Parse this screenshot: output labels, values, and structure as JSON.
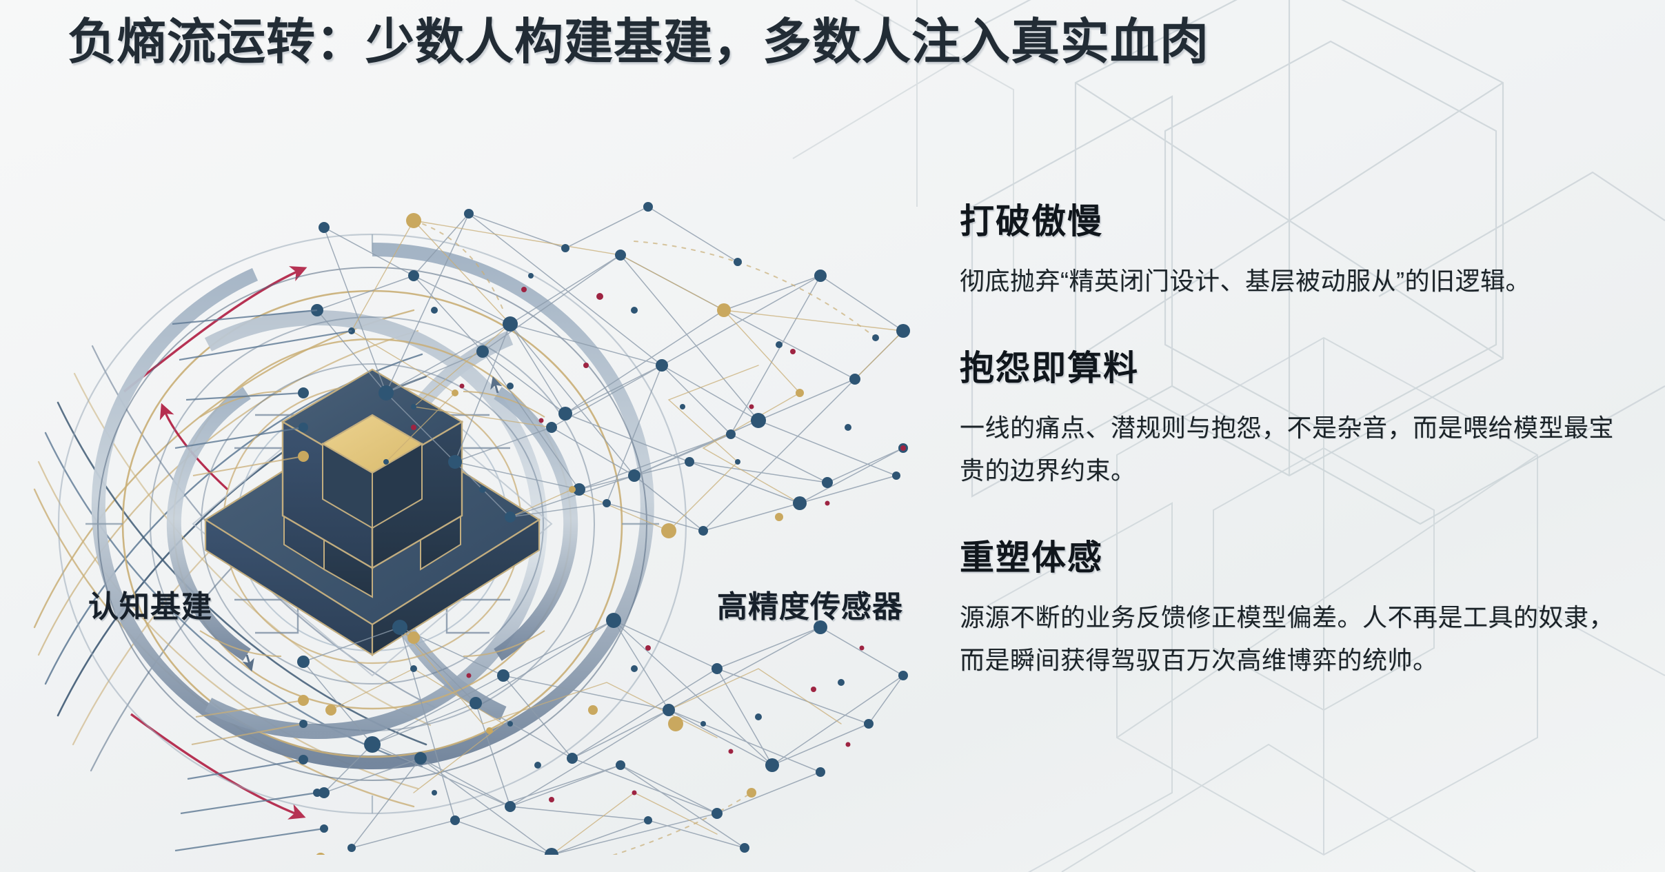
{
  "slide": {
    "title": "负熵流运转：少数人构建基建，多数人注入真实血肉",
    "background_color": "#f2f4f4",
    "title_color": "#222c35"
  },
  "diagram": {
    "label_left": "认知基建",
    "label_right": "高精度传感器",
    "core_accent_color": "#e3c680",
    "core_body_color": "#3d546e",
    "ring_color": "#6e8199",
    "gold_line_color": "#c9ae76",
    "arrow_color": "#b01e42",
    "node_color": "#2e5574",
    "node_gold_color": "#c9a85f",
    "node_crimson_color": "#9e2442",
    "link_color": "#8c9bab"
  },
  "blocks": [
    {
      "title": "打破傲慢",
      "body": "彻底抛弃“精英闭门设计、基层被动服从”的旧逻辑。"
    },
    {
      "title": "抱怨即算料",
      "body": "一线的痛点、潜规则与抱怨，不是杂音，而是喂给模型最宝贵的边界约束。"
    },
    {
      "title": "重塑体感",
      "body": "源源不断的业务反馈修正模型偏差。人不再是工具的奴隶，而是瞬间获得驾驭百万次高维博弈的统帅。"
    }
  ]
}
